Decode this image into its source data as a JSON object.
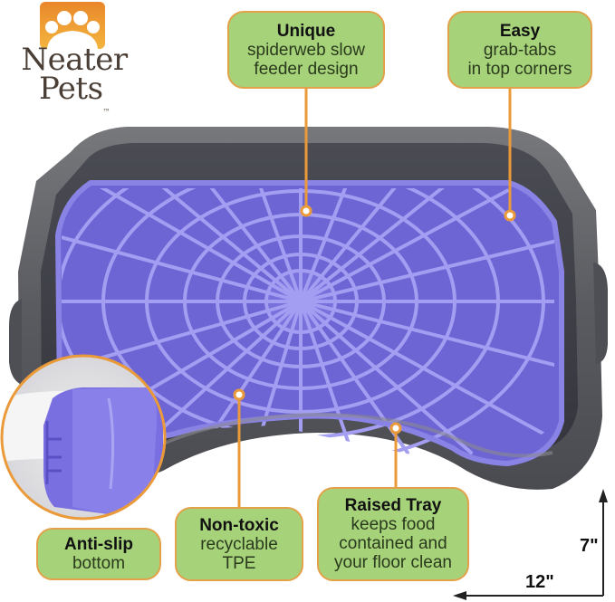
{
  "brand": {
    "name_line1": "Neater",
    "name_line2": "Pets",
    "trademark": "™",
    "logo_icon": "paw-icon",
    "colors": {
      "paw_top": "#e9872a",
      "paw_bottom": "#f3b53f",
      "text": "#4a3f36"
    }
  },
  "product": {
    "description": "Gray raised feeding tray with purple spiderweb slow-feeder mat",
    "colors": {
      "tray": "#5c5d61",
      "tray_inner": "#3e3f47",
      "mat": "#7a72dc",
      "mat_ridge": "#9b95ef",
      "accent_line": "#eb9a3a"
    }
  },
  "callouts": [
    {
      "id": "unique",
      "title": "Unique",
      "lines": [
        "spiderweb slow",
        "feeder design"
      ]
    },
    {
      "id": "easy",
      "title": "Easy",
      "lines": [
        "grab-tabs",
        "in top corners"
      ]
    },
    {
      "id": "antislip",
      "title": "Anti-slip",
      "lines": [
        "bottom"
      ]
    },
    {
      "id": "nontoxic",
      "title": "Non-toxic",
      "lines": [
        "recyclable",
        "TPE"
      ]
    },
    {
      "id": "raised",
      "title": "Raised Tray",
      "lines": [
        "keeps food",
        "contained and",
        "your floor clean"
      ]
    }
  ],
  "dimensions": {
    "height": "7\"",
    "width": "12\""
  },
  "colors": {
    "callout_bg": "#a6d27a",
    "callout_border": "#e3a149"
  }
}
